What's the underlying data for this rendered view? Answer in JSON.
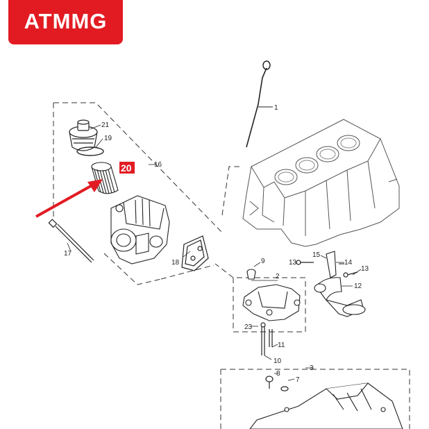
{
  "brand": {
    "text": "ATMMG",
    "color": "#e21b23"
  },
  "highlight": {
    "part": "20",
    "color": "#e21b23"
  },
  "callouts": [
    "1",
    "2",
    "3",
    "7",
    "8",
    "9",
    "10",
    "11",
    "12",
    "13",
    "13",
    "14",
    "15",
    "16",
    "17",
    "18",
    "19",
    "20",
    "21",
    "23"
  ]
}
